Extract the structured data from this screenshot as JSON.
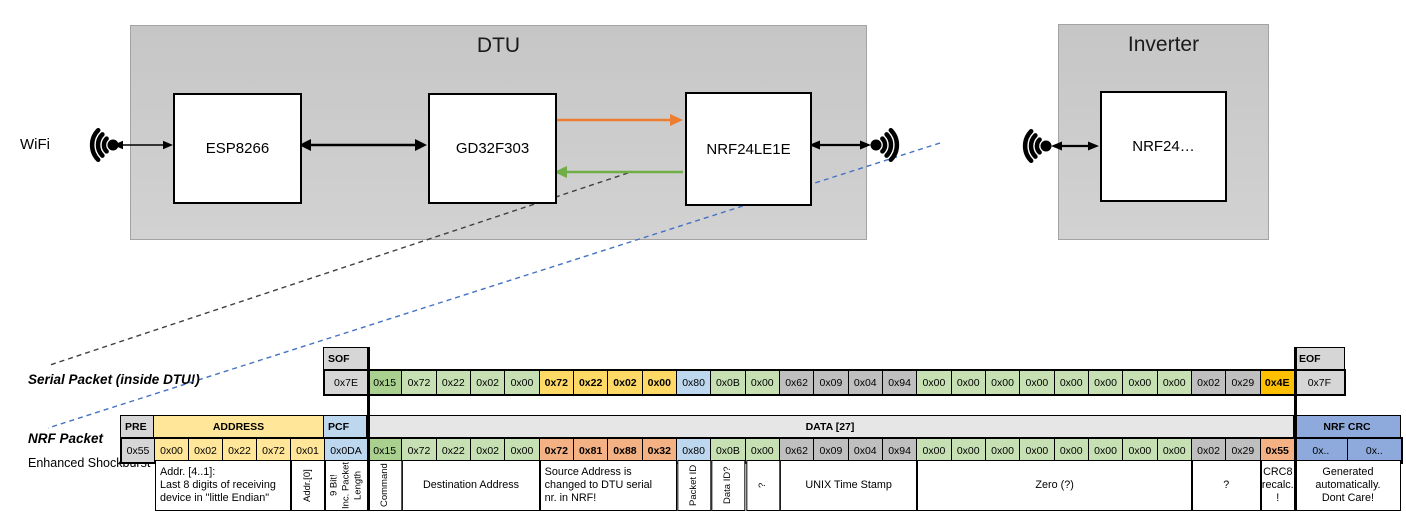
{
  "diagram": {
    "wifi_label": "WiFi",
    "dtu": {
      "title": "DTU",
      "components": {
        "esp": "ESP8266",
        "gd32": "GD32F303",
        "nrf": "NRF24LE1E"
      }
    },
    "inverter": {
      "title": "Inverter",
      "components": {
        "nrf": "NRF24…"
      }
    }
  },
  "colors": {
    "green_dark": "#A9D08E",
    "green_light": "#C6E0B4",
    "yellow_bold": "#FFD966",
    "salmon_bold": "#F4B183",
    "salmon_note": "#F8CBAD",
    "blue_light": "#BDD7EE",
    "blue_crc": "#8EA9DB",
    "gray_value": "#BFBFBF",
    "gray_header": "#D6D6D6",
    "data_band": "#E7E6E6",
    "gold_crc": "#FFC000",
    "arrow_orange": "#ED7D31",
    "arrow_green": "#70AD47",
    "dashed_blue": "#4472C4"
  },
  "serial_packet": {
    "label": "Serial Packet (inside DTU!)",
    "sof_header": "SOF",
    "sof_value": "0x7E",
    "eof_header": "EOF",
    "eof_value": "0x7F",
    "cells": [
      {
        "v": "0x15",
        "c": "gdark"
      },
      {
        "v": "0x72",
        "c": "green"
      },
      {
        "v": "0x22",
        "c": "green"
      },
      {
        "v": "0x02",
        "c": "green"
      },
      {
        "v": "0x00",
        "c": "green"
      },
      {
        "v": "0x72",
        "c": "yellow",
        "b": true
      },
      {
        "v": "0x22",
        "c": "yellow",
        "b": true
      },
      {
        "v": "0x02",
        "c": "yellow",
        "b": true
      },
      {
        "v": "0x00",
        "c": "yellow",
        "b": true
      },
      {
        "v": "0x80",
        "c": "blue"
      },
      {
        "v": "0x0B",
        "c": "green"
      },
      {
        "v": "0x00",
        "c": "green"
      },
      {
        "v": "0x62",
        "c": "gray"
      },
      {
        "v": "0x09",
        "c": "gray"
      },
      {
        "v": "0x04",
        "c": "gray"
      },
      {
        "v": "0x94",
        "c": "gray"
      },
      {
        "v": "0x00",
        "c": "green"
      },
      {
        "v": "0x00",
        "c": "green"
      },
      {
        "v": "0x00",
        "c": "green"
      },
      {
        "v": "0x00",
        "c": "green"
      },
      {
        "v": "0x00",
        "c": "green"
      },
      {
        "v": "0x00",
        "c": "green"
      },
      {
        "v": "0x00",
        "c": "green"
      },
      {
        "v": "0x00",
        "c": "green"
      },
      {
        "v": "0x02",
        "c": "gray"
      },
      {
        "v": "0x29",
        "c": "gray"
      },
      {
        "v": "0x4E",
        "c": "gold",
        "b": true
      }
    ]
  },
  "nrf_packet": {
    "label": "NRF Packet",
    "sublabel": "Enhanced Shockburst",
    "pre_header": "PRE",
    "pre_value": "0x55",
    "address_header": "ADDRESS",
    "address_values": [
      "0x00",
      "0x02",
      "0x22",
      "0x72",
      "0x01"
    ],
    "pcf_header": "PCF",
    "pcf_value": "0x0DA",
    "data_header": "DATA [27]",
    "crc_header": "NRF CRC",
    "crc_values": [
      "0x..",
      "0x.."
    ],
    "cells": [
      {
        "v": "0x15",
        "c": "gdark"
      },
      {
        "v": "0x72",
        "c": "green"
      },
      {
        "v": "0x22",
        "c": "green"
      },
      {
        "v": "0x02",
        "c": "green"
      },
      {
        "v": "0x00",
        "c": "green"
      },
      {
        "v": "0x72",
        "c": "salmon",
        "b": true
      },
      {
        "v": "0x81",
        "c": "salmon",
        "b": true
      },
      {
        "v": "0x88",
        "c": "salmon",
        "b": true
      },
      {
        "v": "0x32",
        "c": "salmon",
        "b": true
      },
      {
        "v": "0x80",
        "c": "blue"
      },
      {
        "v": "0x0B",
        "c": "green"
      },
      {
        "v": "0x00",
        "c": "green"
      },
      {
        "v": "0x62",
        "c": "gray"
      },
      {
        "v": "0x09",
        "c": "gray"
      },
      {
        "v": "0x04",
        "c": "gray"
      },
      {
        "v": "0x94",
        "c": "gray"
      },
      {
        "v": "0x00",
        "c": "green"
      },
      {
        "v": "0x00",
        "c": "green"
      },
      {
        "v": "0x00",
        "c": "green"
      },
      {
        "v": "0x00",
        "c": "green"
      },
      {
        "v": "0x00",
        "c": "green"
      },
      {
        "v": "0x00",
        "c": "green"
      },
      {
        "v": "0x00",
        "c": "green"
      },
      {
        "v": "0x00",
        "c": "green"
      },
      {
        "v": "0x02",
        "c": "gray"
      },
      {
        "v": "0x29",
        "c": "gray"
      },
      {
        "v": "0x55",
        "c": "salmon",
        "b": true
      }
    ]
  },
  "annotations": [
    {
      "area": "addr",
      "cols": 4,
      "align": "left",
      "text": "Addr. [4..1]:\nLast 8 digits of receiving\ndevice in \"little Endian\""
    },
    {
      "area": "addr",
      "cols": 1,
      "rotated": true,
      "text": "Addr.[0]"
    },
    {
      "area": "pcf",
      "cols": 1,
      "rotated": true,
      "text": "9 Bit!\nInc. Packet\nLength"
    },
    {
      "area": "data",
      "cols": 1,
      "rotated": true,
      "text": "Command"
    },
    {
      "area": "data",
      "cols": 4,
      "text": "Destination Address"
    },
    {
      "area": "data",
      "cols": 4,
      "align": "left",
      "salmon": true,
      "text": "Source Address is\nchanged to DTU serial\nnr. in NRF!"
    },
    {
      "area": "data",
      "cols": 1,
      "rotated": true,
      "text": "Packet ID"
    },
    {
      "area": "data",
      "cols": 1,
      "rotated": true,
      "text": "Data ID?"
    },
    {
      "area": "data",
      "cols": 1,
      "rotated": true,
      "text": "?"
    },
    {
      "area": "data",
      "cols": 4,
      "text": "UNIX Time Stamp"
    },
    {
      "area": "data",
      "cols": 8,
      "text": "Zero (?)"
    },
    {
      "area": "data",
      "cols": 2,
      "text": "?"
    },
    {
      "area": "data",
      "cols": 1,
      "salmon": true,
      "text": "CRC8\nrecalc.\n!"
    },
    {
      "area": "crc",
      "cols": 2,
      "text": "Generated\nautomatically.\nDont Care!"
    }
  ]
}
